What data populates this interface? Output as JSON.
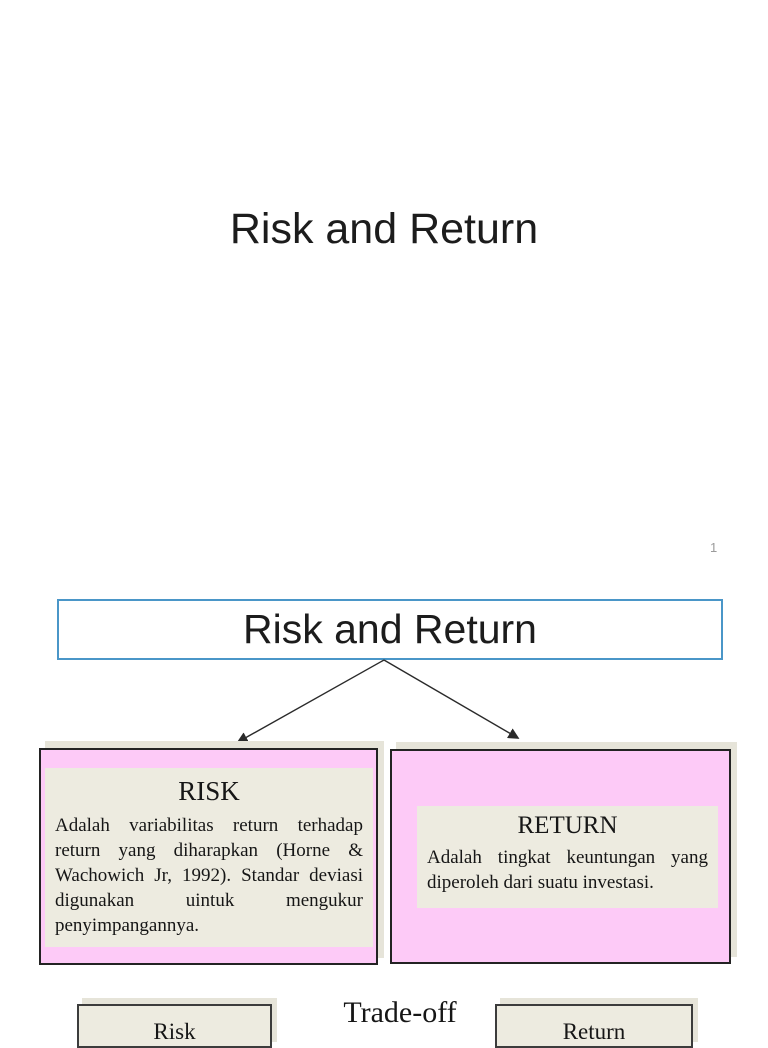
{
  "slide1": {
    "title": "Risk and Return",
    "page_number": "1"
  },
  "slide2": {
    "title": "Risk and Return",
    "risk_box": {
      "title": "RISK",
      "body": "Adalah variabilitas return terhadap return yang diharapkan (Horne & Wachowich Jr, 1992). Standar deviasi digunakan uintuk mengukur penyimpangannya."
    },
    "return_box": {
      "title": "RETURN",
      "body": "Adalah tingkat keuntungan yang diperoleh dari suatu investasi."
    }
  },
  "bottom_strip": {
    "tradeoff_label": "Trade-off",
    "left_box_label": "Risk",
    "right_box_label": "Return"
  },
  "colors": {
    "pink": "#fdcaf7",
    "beige": "#edebe0",
    "shadow": "#e6e4d9",
    "title_box_border": "#4a96c8",
    "page_number_gray": "#9b9b9b",
    "ink": "#1c1c1c",
    "box_border": "#232323"
  }
}
